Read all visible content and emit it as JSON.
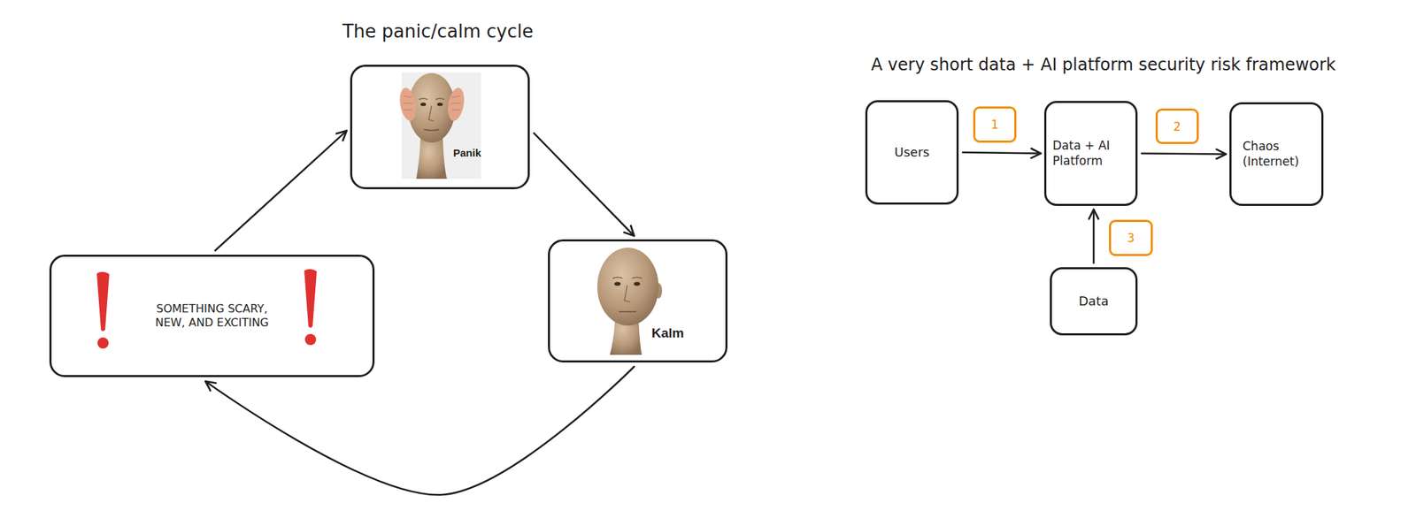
{
  "diagram": {
    "title": "The panic/calm cycle",
    "nodes": [
      {
        "text": [
          "SOMETHING SCARY, NEW, AND EXCITING"
        ]
      },
      {
        "text": [
          "Panik"
        ]
      },
      {
        "text": [
          "Kalm"
        ]
      },
      {
        "text": [
          "Users"
        ]
      },
      {
        "text": [
          "Data + AI Platform"
        ]
      },
      {
        "text": [
          "Chaos (Internet)"
        ]
      },
      {
        "text": [
          "Data"
        ]
      }
    ],
    "edges": [
      {
        "from": 0,
        "to": 1,
        "arrow": "to"
      },
      {
        "from": 1,
        "to": 2,
        "arrow": "to"
      },
      {
        "from": 2,
        "to": 0,
        "arrow": "to"
      },
      {
        "from": 3,
        "to": 4,
        "arrow": "to"
      },
      {
        "from": 4,
        "to": 5,
        "arrow": "to"
      },
      {
        "from": 6,
        "to": 4,
        "arrow": "to"
      }
    ],
    "labels": [
      "A very short data + AI platform security risk framework",
      "1",
      "2",
      "3"
    ]
  }
}
